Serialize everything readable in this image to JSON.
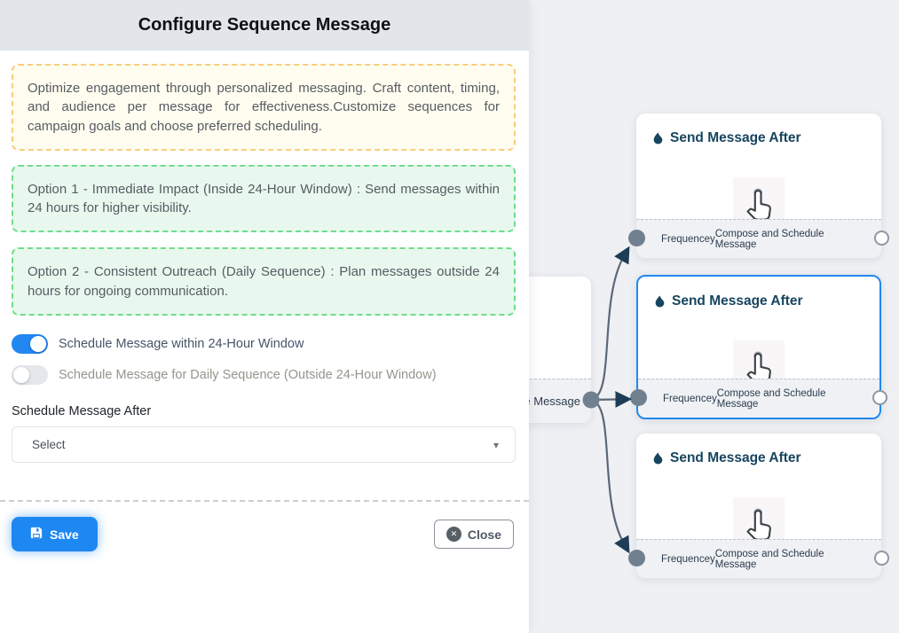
{
  "modal": {
    "title": "Configure Sequence Message",
    "intro_text": "Optimize engagement through personalized messaging. Craft content, timing, and audience per message for effectiveness.Customize sequences for campaign goals and choose preferred scheduling.",
    "option1_text": "Option 1 - Immediate Impact (Inside 24-Hour Window) : Send messages within 24 hours for higher visibility.",
    "option2_text": "Option 2 - Consistent Outreach (Daily Sequence) : Plan messages outside 24 hours for ongoing communication.",
    "toggles": [
      {
        "label": "Schedule Message within 24-Hour Window",
        "state": "on"
      },
      {
        "label": "Schedule Message for Daily Sequence (Outside 24-Hour Window)",
        "state": "off"
      }
    ],
    "schedule_after": {
      "label": "Schedule Message After",
      "value": "Select"
    },
    "save_label": "Save",
    "close_label": "Close"
  },
  "canvas": {
    "partial_node": {
      "footer_text_visible": "ce Message"
    },
    "nodes": [
      {
        "title": "Send Message After",
        "footer_left": "Frequencey",
        "footer_right": "Compose and Schedule Message",
        "selected": false
      },
      {
        "title": "Send Message After",
        "footer_left": "Frequencey",
        "footer_right": "Compose and Schedule Message",
        "selected": true
      },
      {
        "title": "Send Message After",
        "footer_left": "Frequencey",
        "footer_right": "Compose and Schedule Message",
        "selected": false
      }
    ]
  },
  "icons": {
    "close_x": "✕",
    "dropdown_caret": "▾"
  },
  "colors": {
    "accent_blue": "#1e88f2",
    "toggle_on": "#2287f1",
    "selected_card_border": "#2287f1",
    "edge_line": "#5a6878",
    "edge_arrow": "#1e3c55",
    "handle_gray": "#71808f",
    "node_title": "#17455f",
    "intro_border": "#f8cd7c",
    "intro_bg": "#fffdf0",
    "option_border": "#6edd8a",
    "option_bg": "#e9f8ef",
    "canvas_bg": "#eef0f3",
    "header_bg": "#e2e6ea"
  }
}
